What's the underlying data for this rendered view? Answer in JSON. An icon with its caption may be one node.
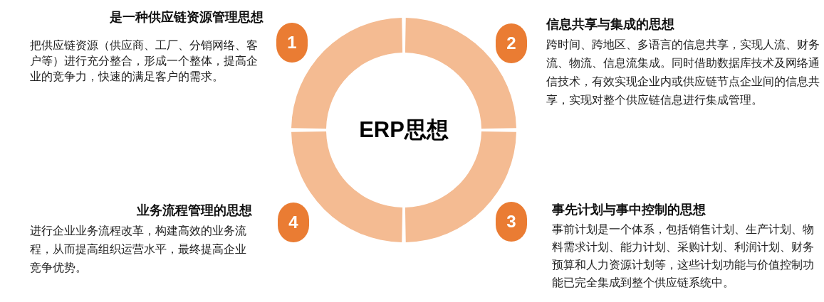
{
  "diagram": {
    "nodes": [
      {
        "text": [
          "ERP思想"
        ]
      },
      {
        "text": [
          "1"
        ],
        "beside": [
          "是一种供应链资源管理思想",
          "把供应链资源（供应商、工厂、分销网络、客户等）进行充分整合，形成一个整体，提高企业的竞争力，快速的满足客户的需求。"
        ]
      },
      {
        "text": [
          "2"
        ],
        "beside": [
          "信息共享与集成的思想",
          "跨时间、跨地区、多语言的信息共享，实现人流、财务流、物流、信息流集成。同时借助数据库技术及网络通信技术，有效实现企业内或供应链节点企业间的信息共享，实现对整个供应链信息进行集成管理。"
        ]
      },
      {
        "text": [
          "3"
        ],
        "beside": [
          "事先计划与事中控制的思想",
          "事前计划是一个体系，包括销售计划、生产计划、物料需求计划、能力计划、采购计划、利润计划、财务预算和人力资源计划等，这些计划功能与价值控制功能已完全集成到整个供应链系统中。"
        ]
      },
      {
        "text": [
          "4"
        ],
        "beside": [
          "业务流程管理的思想",
          "进行企业业务流程改革，构建高效的业务流程，从而提高组织运营水平，最终提高企业竞争优势。"
        ]
      }
    ]
  }
}
